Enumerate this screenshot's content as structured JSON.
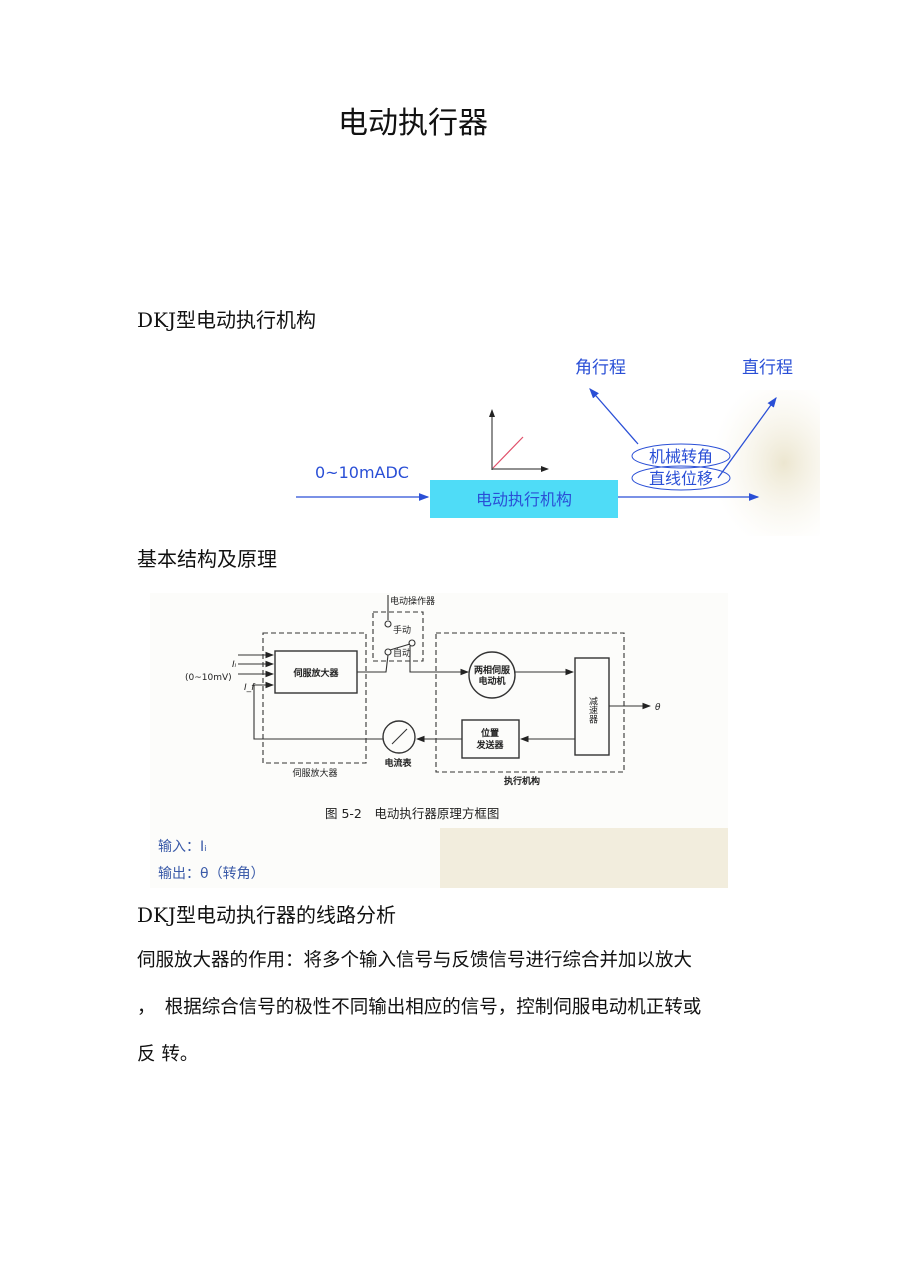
{
  "title": "电动执行器",
  "section1": {
    "heading": "DKJ型电动执行机构",
    "diagram": {
      "input_label": "0~10mADC",
      "box_label": "电动执行机构",
      "angular_label": "角行程",
      "linear_label": "直行程",
      "ellipse1": "机械转角",
      "ellipse2": "直线位移",
      "colors": {
        "box": "#4fdcf7",
        "arrows": "#2a4fd6",
        "line": "#e0506a"
      }
    }
  },
  "section2": {
    "heading": "基本结构及原理",
    "diagram": {
      "operator": "电动操作器",
      "manual": "手动",
      "auto": "自动",
      "amp_box": "伺服放大器",
      "amp_group": "伺服放大器",
      "ii": "Iᵢ",
      "range": "(0~10mV)",
      "if": "I_f",
      "motor_line1": "两相伺服",
      "motor_line2": "电动机",
      "reducer": "减速器",
      "position_line1": "位置",
      "position_line2": "发送器",
      "ammeter": "电流表",
      "actuator_group": "执行机构",
      "output": "θ",
      "caption": "图 5-2　电动执行器原理方框图"
    },
    "input_text": "输入：Iᵢ",
    "output_text": "输出：θ（转角）"
  },
  "section3": {
    "heading": "DKJ型电动执行器的线路分析",
    "lines": [
      "伺服放大器的作用：将多个输入信号与反馈信号进行综合并加以放大",
      "，　根据综合信号的极性不同输出相应的信号，控制伺服电动机正转或",
      "反 转。"
    ]
  }
}
